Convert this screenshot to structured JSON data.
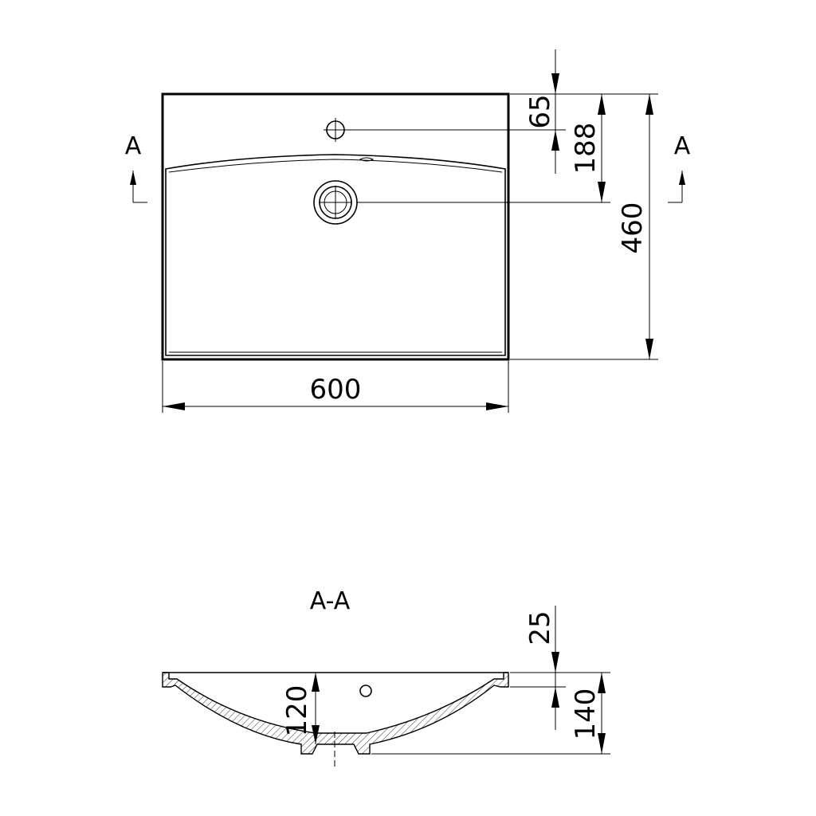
{
  "plan_view": {
    "width_dim": "600",
    "depth_dim": "460",
    "tap_hole_dim": "65",
    "drain_dim": "188",
    "section_mark_left": "A",
    "section_mark_right": "A"
  },
  "section_view": {
    "title": "A-A",
    "rim_dim": "25",
    "total_height_dim": "140",
    "bowl_depth_dim": "120"
  }
}
